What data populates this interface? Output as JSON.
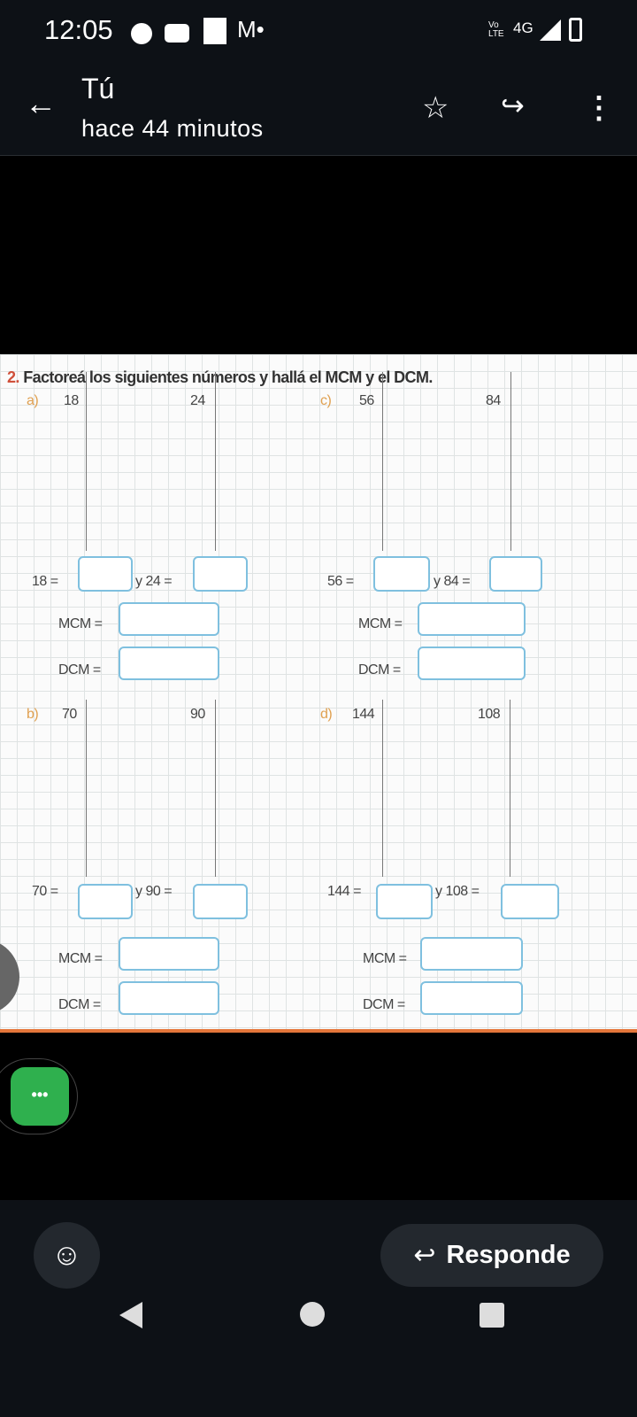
{
  "status_bar": {
    "time": "12:05",
    "network": "4G",
    "volte": "Vo LTE"
  },
  "app_bar": {
    "sender": "Tú",
    "timestamp": "hace 44 minutos"
  },
  "worksheet": {
    "number": "2.",
    "instruction": "Factoreá los siguientes números y hallá el MCM y el DCM.",
    "exercises": [
      {
        "label": "a)",
        "n1": "18",
        "n2": "24",
        "eq1": "18 =",
        "eq2": "y 24 ="
      },
      {
        "label": "b)",
        "n1": "70",
        "n2": "90",
        "eq1": "70 =",
        "eq2": "y 90 ="
      },
      {
        "label": "c)",
        "n1": "56",
        "n2": "84",
        "eq1": "56 =",
        "eq2": "y 84 ="
      },
      {
        "label": "d)",
        "n1": "144",
        "n2": "108",
        "eq1": "144 =",
        "eq2": "y 108 ="
      }
    ],
    "mcm": "MCM =",
    "dcm": "DCM ="
  },
  "bottom": {
    "more": "•••",
    "reply": "Responde"
  }
}
